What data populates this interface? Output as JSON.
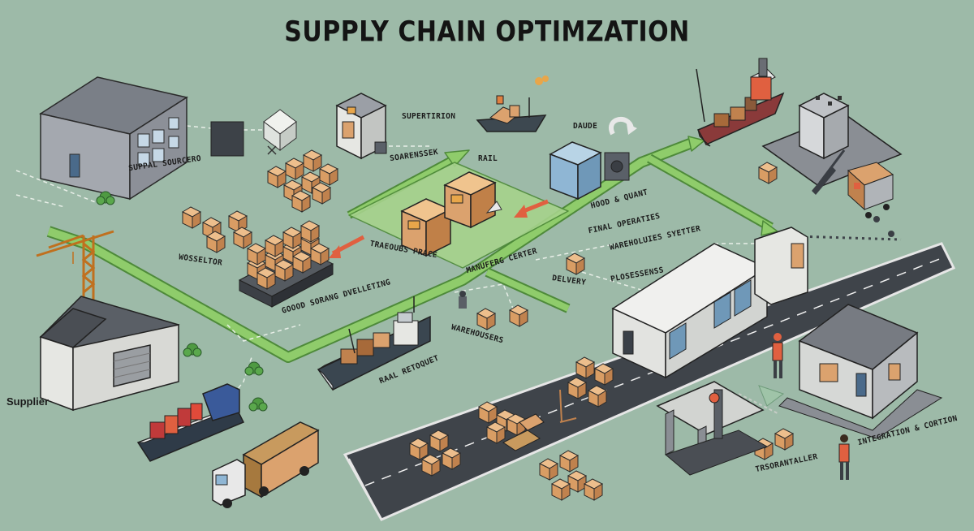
{
  "title": "SUPPLY CHAIN OPTIMZATION",
  "labels": {
    "supply_sourcing": "SUPPAL SOURCERO",
    "supervision": "SUPERTIRION",
    "warehouse_top": "SOARENSSEK",
    "rail": "RAIL",
    "damper": "DAUDE",
    "warehouse_left": "WOSSELTOR",
    "traffic_place": "TRAEOUBS PRACE",
    "good_storing": "GOOOD SORANG DVELLETING",
    "manufacturing_center": "MANUFERG CERTER",
    "hood_quantity": "HOOD & QUANT",
    "final_operations": "FINAL OPERATIES",
    "warehouse_system": "WAREHOLUIES SYETTER",
    "delivery": "DELVERY",
    "processing": "PLOSESSENSS",
    "warehouses": "WAREHOUSERS",
    "rail_retailer": "RAAL RETOQUET",
    "supplier": "Supplier",
    "distributor": "TRSORANTALLER",
    "integration": "INTEGRATION & CORTION"
  },
  "colors": {
    "background": "#9dbaa8",
    "path": "#8fcc6b",
    "road": "#4a4e54",
    "box": "#dba26e",
    "red_arrow": "#e06040"
  }
}
